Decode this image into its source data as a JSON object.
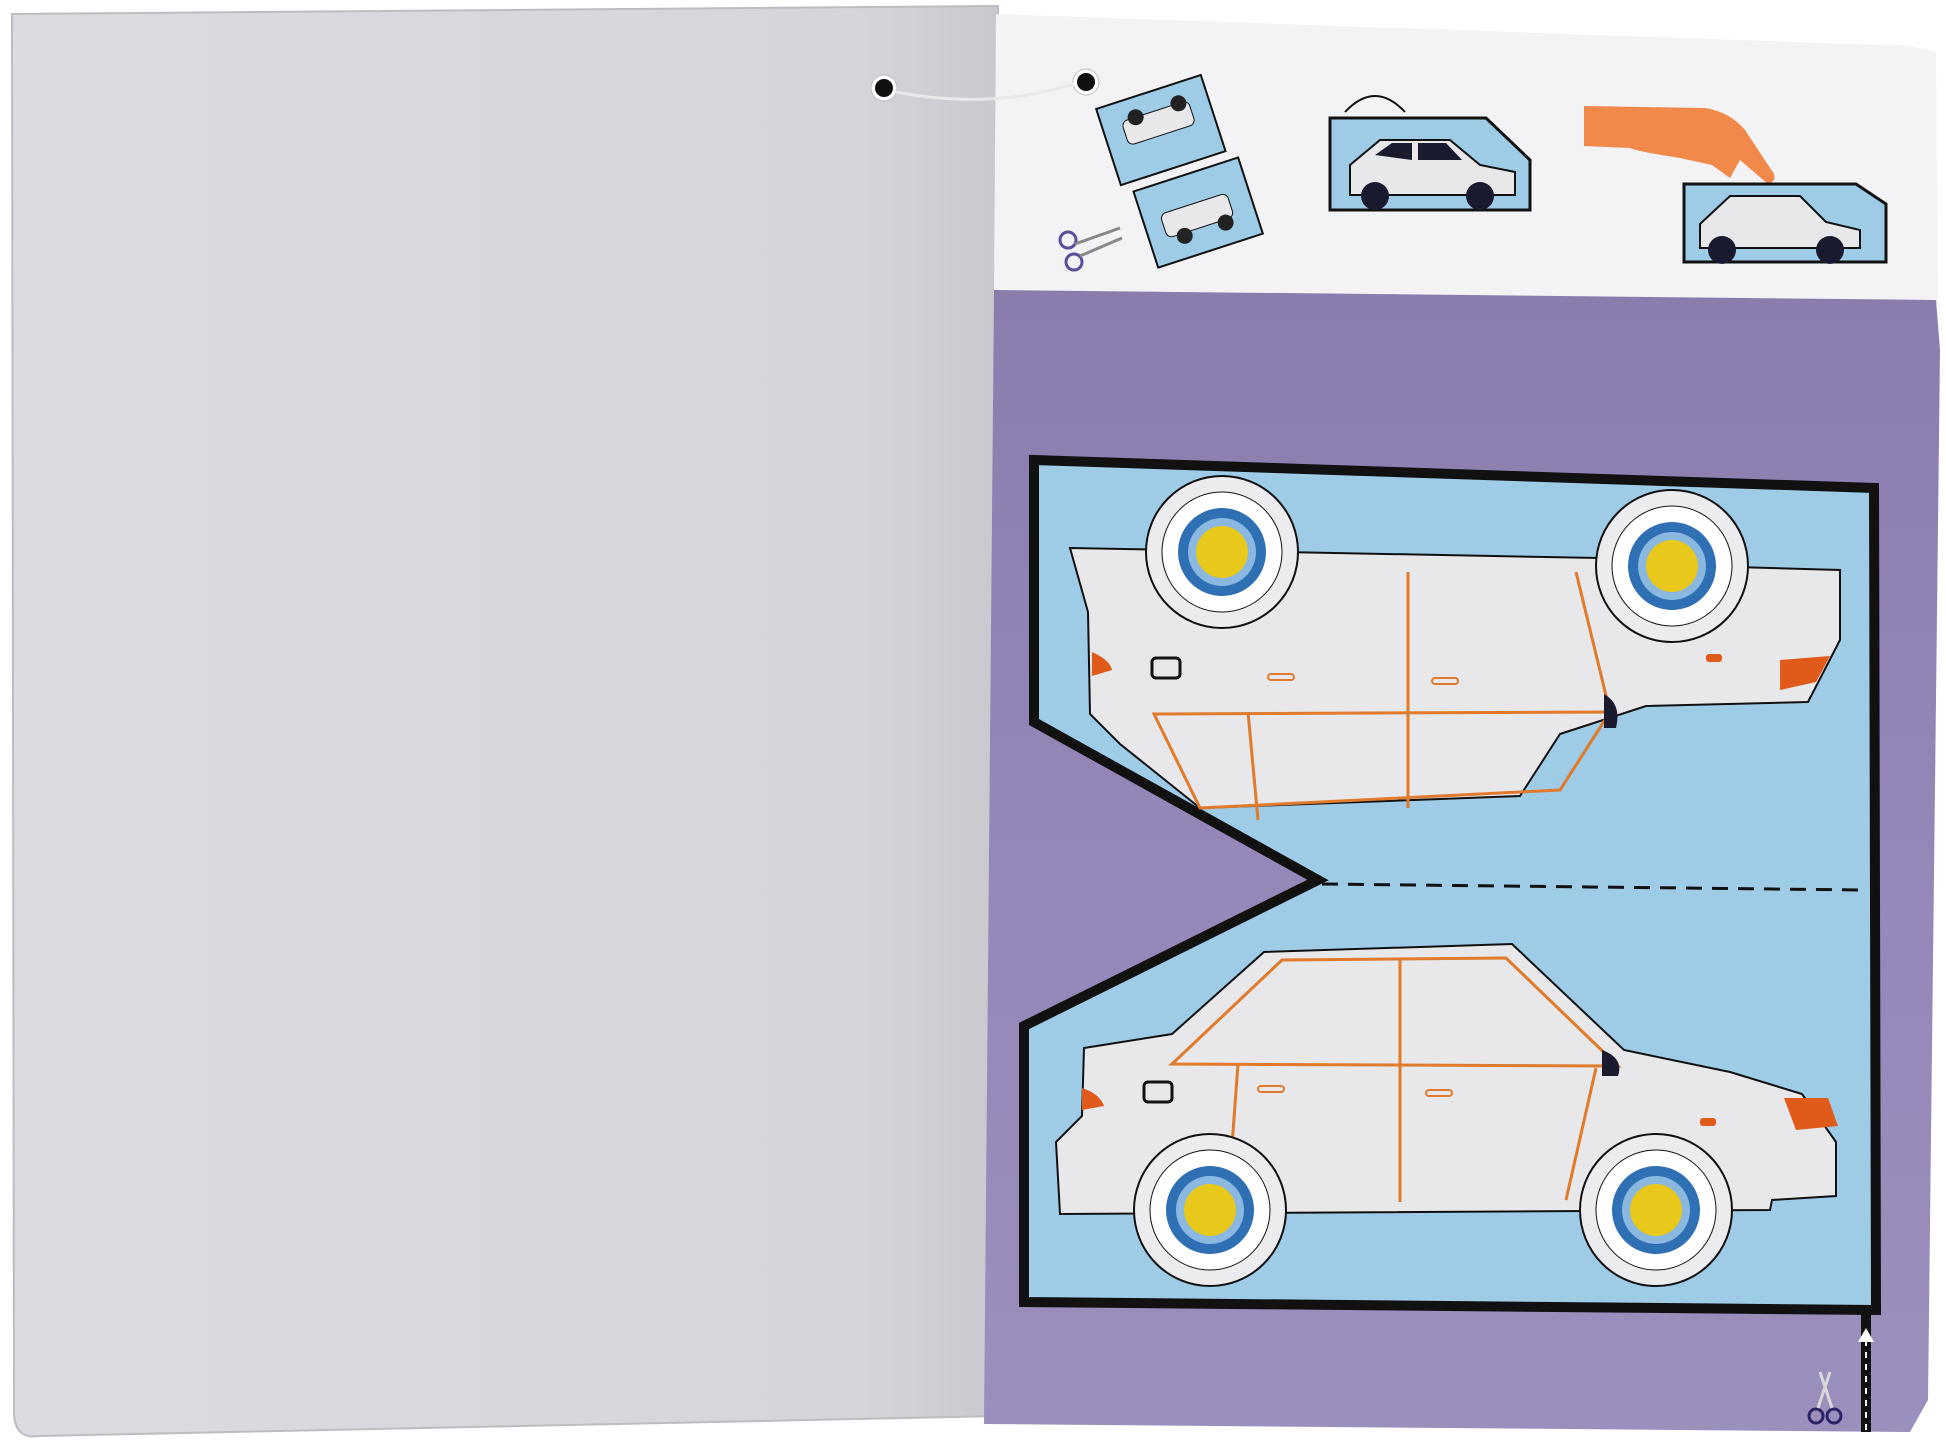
{
  "scene": {
    "description_name": "open-craft-book",
    "pages": [
      "left-page-blank",
      "right-page-car-template"
    ]
  },
  "instructions": {
    "steps": [
      "cut-step",
      "fold-step",
      "stand-step"
    ]
  },
  "template": {
    "cut_line": "solid-black",
    "fold_line": "dashed-black"
  },
  "colors": {
    "page_left": "#d8d7dc",
    "page_right_top": "#f2f1f3",
    "purple_bg": "#8f80b0",
    "sky_blue": "#9ecbe6",
    "car_body": "#e8e8ea",
    "door_lines": "#e07a2c",
    "tire": "#2f6fb3",
    "hub_yellow": "#e8c81a",
    "tail_light": "#e05a1a",
    "hand": "#f0894a",
    "outline": "#111111"
  }
}
